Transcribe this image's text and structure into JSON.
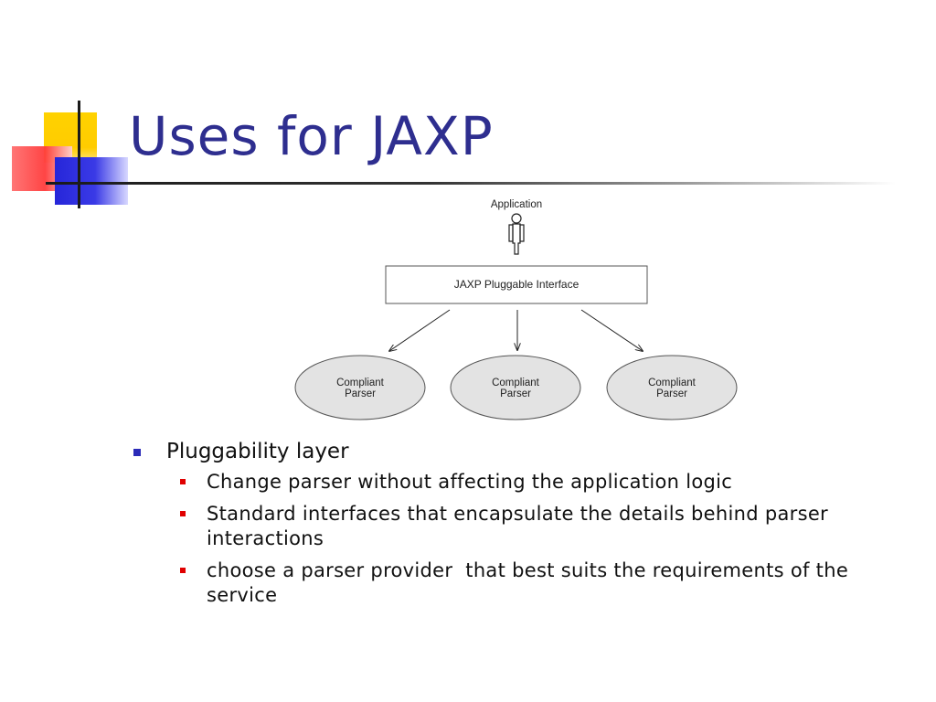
{
  "slide": {
    "title": "Uses for JAXP"
  },
  "diagram": {
    "application_label": "Application",
    "interface_label": "JAXP Pluggable Interface",
    "parsers": [
      {
        "line1": "Compliant",
        "line2": "Parser"
      },
      {
        "line1": "Compliant",
        "line2": "Parser"
      },
      {
        "line1": "Compliant",
        "line2": "Parser"
      }
    ]
  },
  "bullets": {
    "main": "Pluggability layer",
    "items": [
      "Change parser without affecting the application logic",
      "Standard interfaces that encapsulate the details behind parser interactions",
      "choose a parser provider  that best suits the requirements of the service"
    ]
  },
  "colors": {
    "title": "#2e2e8f",
    "bullet_level1": "#2b2bb8",
    "bullet_level2": "#e00000",
    "parser_fill": "#e3e3e3",
    "accent_yellow": "#ffcc00",
    "accent_red": "#ff3b3b",
    "accent_blue": "#2626d9"
  }
}
